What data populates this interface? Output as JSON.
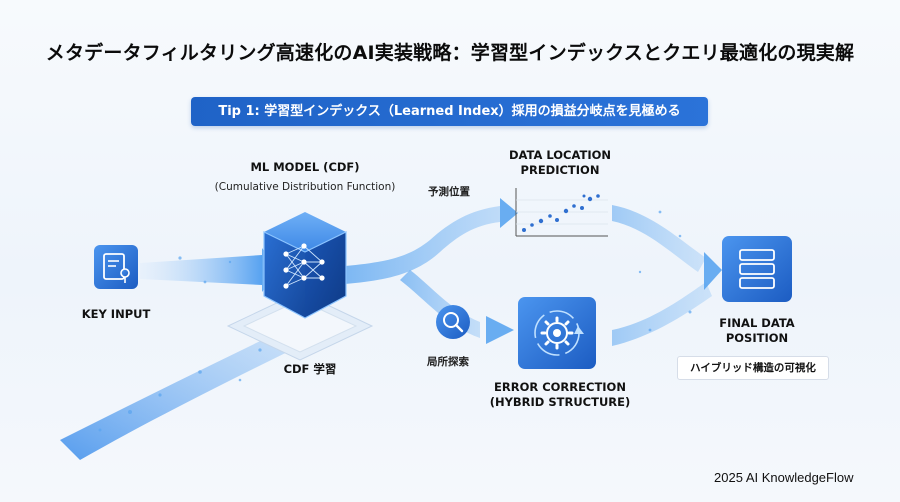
{
  "title": "メタデータフィルタリング高速化のAI実装戦略：学習型インデックスとクエリ最適化の現実解",
  "tip": "Tip 1: 学習型インデックス（Learned Index）採用の損益分岐点を見極める",
  "nodes": {
    "key_input": "KEY INPUT",
    "ml_model": "ML MODEL (CDF)",
    "ml_model_sub": "(Cumulative Distribution Function)",
    "cdf_learning": "CDF 学習",
    "prediction_line1": "DATA LOCATION",
    "prediction_line2": "PREDICTION",
    "error_line1": "ERROR CORRECTION",
    "error_line2": "(HYBRID STRUCTURE)",
    "final_line1": "FINAL DATA",
    "final_line2": "POSITION",
    "hybrid_visualization": "ハイブリッド構造の可視化"
  },
  "flow_labels": {
    "prediction": "予測位置",
    "local_search": "局所探索"
  },
  "brand": "2025 AI KnowledgeFlow",
  "colors": {
    "accent": "#2b73d9",
    "tip_bg": "#1f63c7",
    "flow": "#5aa5f0"
  },
  "icons": [
    "key-document-icon",
    "neural-network-cube-icon",
    "scatter-plot-icon",
    "magnifier-icon",
    "gear-cycle-icon",
    "database-stack-icon"
  ]
}
